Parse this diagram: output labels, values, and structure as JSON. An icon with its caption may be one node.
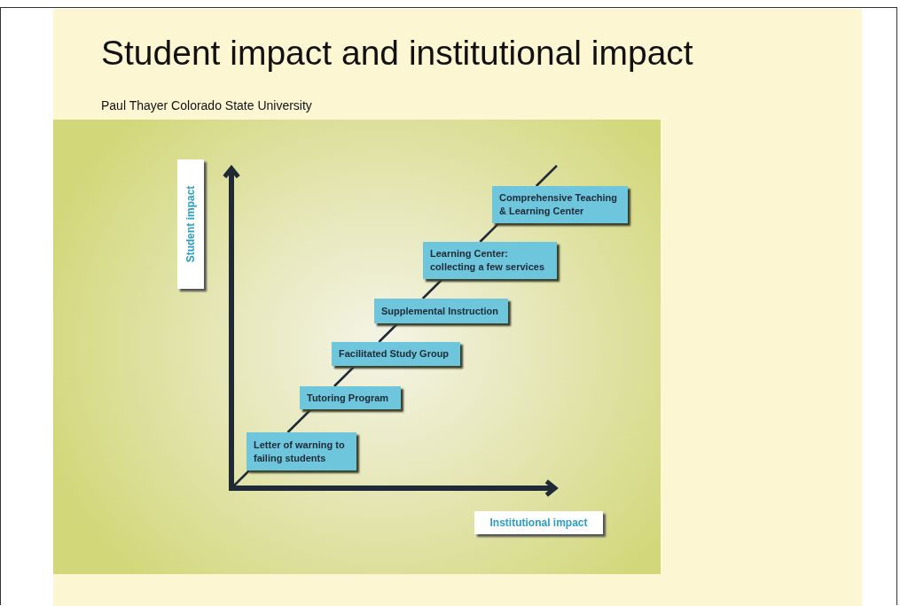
{
  "diagram": {
    "title": "Student impact and institutional impact",
    "nodes": [
      {
        "text": [
          "Letter of warning to failing students"
        ]
      },
      {
        "text": [
          "Tutoring Program"
        ]
      },
      {
        "text": [
          "Facilitated Study Group"
        ]
      },
      {
        "text": [
          "Supplemental Instruction"
        ]
      },
      {
        "text": [
          "Learning Center: collecting a few services"
        ]
      },
      {
        "text": [
          "Comprehensive Teaching & Learning Center"
        ]
      }
    ],
    "edges": [
      {
        "from": 0,
        "to": 1,
        "arrow": "none"
      },
      {
        "from": 1,
        "to": 2,
        "arrow": "none"
      },
      {
        "from": 2,
        "to": 3,
        "arrow": "none"
      },
      {
        "from": 3,
        "to": 4,
        "arrow": "none"
      },
      {
        "from": 4,
        "to": 5,
        "arrow": "none"
      }
    ],
    "labels": [
      "Paul Thayer Colorado State University",
      "Student impact",
      "Institutional impact"
    ]
  }
}
